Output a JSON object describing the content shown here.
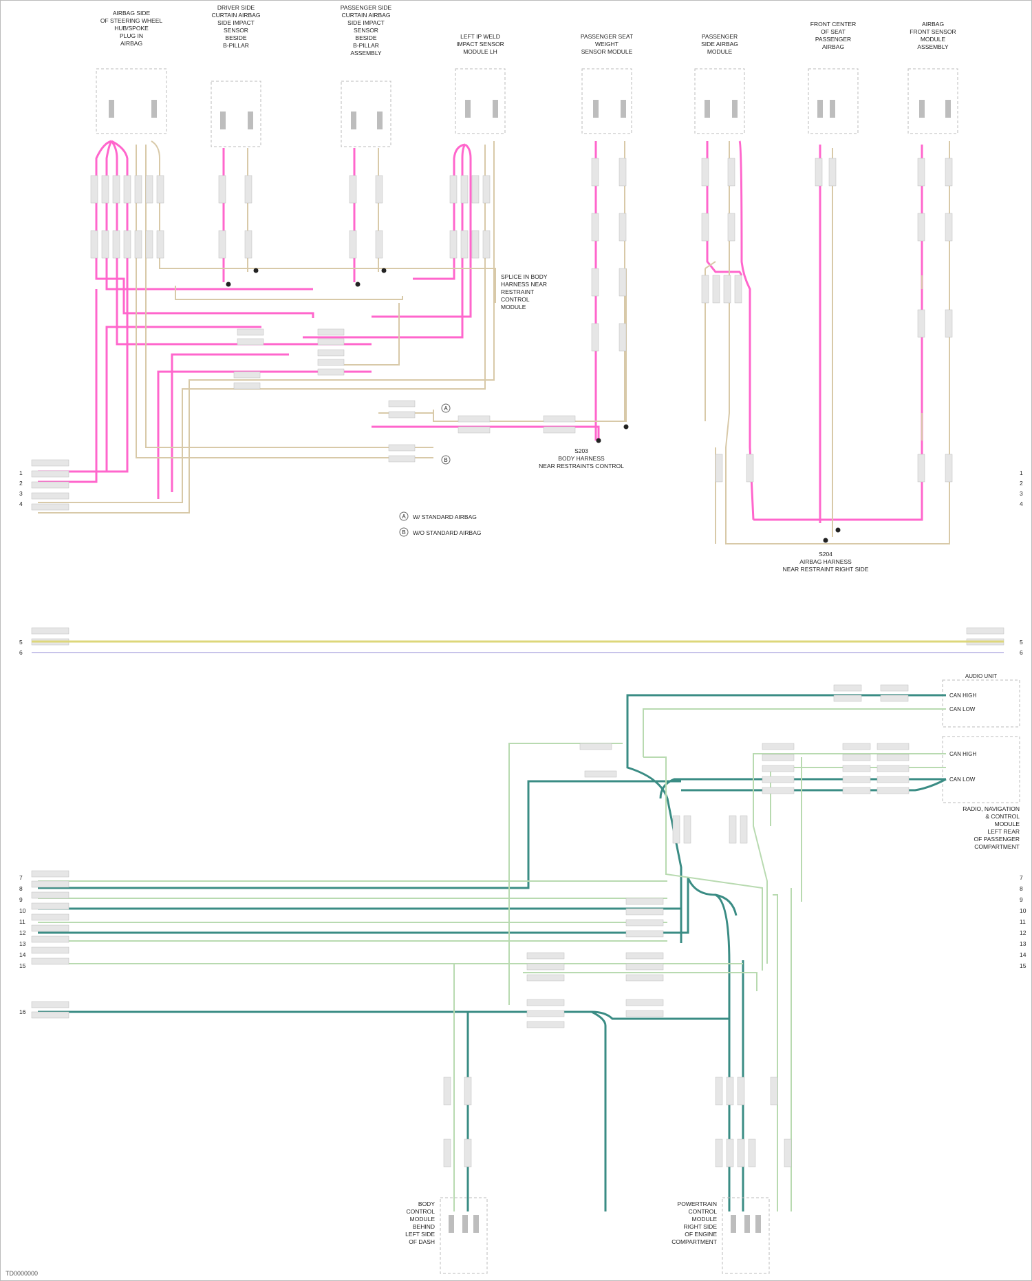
{
  "modules": [
    {
      "id": "m1",
      "label": [
        "AIRBAG SIDE",
        "OF STEERING WHEEL",
        "HUB/SPOKE",
        "PLUG IN",
        "AIRBAG"
      ]
    },
    {
      "id": "m2",
      "label": [
        "DRIVER SIDE",
        "CURTAIN AIRBAG",
        "SIDE IMPACT",
        "SENSOR",
        "BESIDE",
        "B-PILLAR"
      ]
    },
    {
      "id": "m3",
      "label": [
        "PASSENGER SIDE",
        "CURTAIN AIRBAG",
        "SIDE IMPACT",
        "SENSOR",
        "BESIDE",
        "B-PILLAR",
        "ASSEMBLY"
      ]
    },
    {
      "id": "m4",
      "label": [
        "LEFT IP WELD",
        "IMPACT SENSOR",
        "MODULE LH"
      ]
    },
    {
      "id": "m5",
      "label": [
        "PASSENGER SEAT",
        "WEIGHT",
        "SENSOR MODULE"
      ]
    },
    {
      "id": "m6",
      "label": [
        "PASSENGER",
        "SIDE AIRBAG",
        "MODULE"
      ]
    },
    {
      "id": "m7",
      "label": [
        "FRONT CENTER",
        "OF SEAT",
        "PASSENGER",
        "AIRBAG"
      ]
    },
    {
      "id": "m8",
      "label": [
        "AIRBAG",
        "FRONT SENSOR",
        "MODULE",
        "ASSEMBLY"
      ]
    }
  ],
  "splices": {
    "upper_left": [
      "SPLICE IN BODY",
      "HARNESS NEAR",
      "RESTRAINT",
      "CONTROL",
      "MODULE"
    ],
    "middle": [
      "S203",
      "BODY HARNESS",
      "NEAR RESTRAINTS CONTROL"
    ],
    "right": [
      "S204",
      "AIRBAG HARNESS",
      "NEAR RESTRAINT RIGHT SIDE"
    ]
  },
  "legend": [
    {
      "key": "A",
      "text": "W/ STANDARD AIRBAG"
    },
    {
      "key": "B",
      "text": "W/O STANDARD AIRBAG"
    }
  ],
  "row_numbers_upper": [
    "1",
    "2",
    "3",
    "4"
  ],
  "row_numbers_mid": [
    "5",
    "6"
  ],
  "row_numbers_lower": [
    "7",
    "8",
    "9",
    "10",
    "11",
    "12",
    "13",
    "14",
    "15"
  ],
  "lower_right_box_title": "AUDIO UNIT",
  "lower_right_label": [
    "RADIO, NAVIGATION",
    "& CONTROL",
    "MODULE",
    "LEFT REAR",
    "OF PASSENGER",
    "COMPARTMENT"
  ],
  "lower_right_pins": [
    "CAN HIGH",
    "CAN LOW",
    "CAN HIGH",
    "CAN LOW"
  ],
  "bottom_modules": [
    {
      "id": "b1",
      "label": [
        "BODY",
        "CONTROL",
        "MODULE",
        "BEHIND",
        "LEFT SIDE",
        "OF DASH"
      ]
    },
    {
      "id": "b2",
      "label": [
        "POWERTRAIN",
        "CONTROL",
        "MODULE",
        "RIGHT SIDE",
        "OF ENGINE",
        "COMPARTMENT"
      ]
    }
  ],
  "footer_ref": "TD0000000",
  "colors": {
    "pink": "#ff66cc",
    "tan": "#d8c9a8",
    "tan_dark": "#c4b08a",
    "green": "#3a8c84",
    "green_light": "#b8dab0",
    "yellow": "#ddd77a",
    "lavender": "#c8c4ea"
  }
}
